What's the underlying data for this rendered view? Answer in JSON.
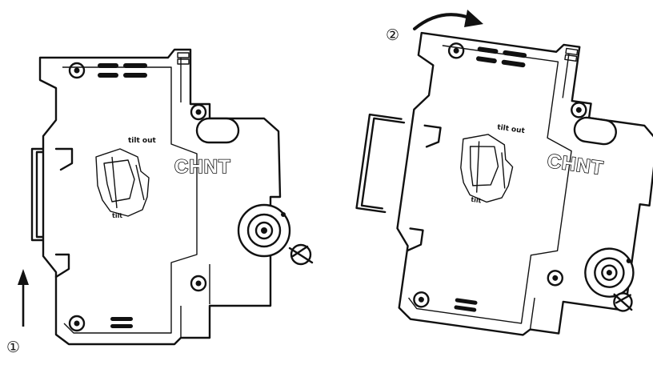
{
  "figure": {
    "step_labels": [
      "①",
      "②"
    ],
    "brand_text": "CHNT",
    "tilt_out_label": "tilt out",
    "tilt_label": "tilt",
    "arrow_icons": [
      "up-arrow-icon",
      "curved-arrow-icon"
    ],
    "ink_color": "#111111"
  }
}
